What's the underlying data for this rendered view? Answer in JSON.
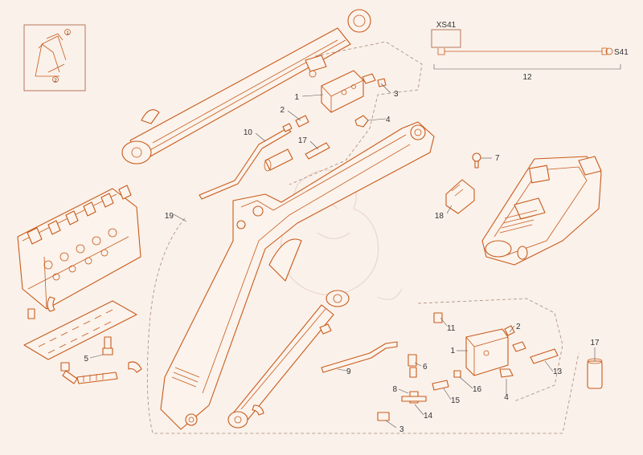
{
  "diagram": {
    "parts": [
      {
        "id": "p1a",
        "label": "1"
      },
      {
        "id": "p2a",
        "label": "2"
      },
      {
        "id": "p3a",
        "label": "3"
      },
      {
        "id": "p4a",
        "label": "4"
      },
      {
        "id": "p10",
        "label": "10"
      },
      {
        "id": "p17a",
        "label": "17"
      },
      {
        "id": "p7",
        "label": "7"
      },
      {
        "id": "p18",
        "label": "18"
      },
      {
        "id": "p19",
        "label": "19"
      },
      {
        "id": "p5",
        "label": "5"
      },
      {
        "id": "p11",
        "label": "11"
      },
      {
        "id": "p2b",
        "label": "2"
      },
      {
        "id": "p1b",
        "label": "1"
      },
      {
        "id": "p17b",
        "label": "17"
      },
      {
        "id": "p9",
        "label": "9"
      },
      {
        "id": "p6",
        "label": "6"
      },
      {
        "id": "p13",
        "label": "13"
      },
      {
        "id": "p8",
        "label": "8"
      },
      {
        "id": "p16",
        "label": "16"
      },
      {
        "id": "p4b",
        "label": "4"
      },
      {
        "id": "p15",
        "label": "15"
      },
      {
        "id": "p14",
        "label": "14"
      },
      {
        "id": "p3b",
        "label": "3"
      },
      {
        "id": "p12",
        "label": "12"
      }
    ],
    "connectors": {
      "xs41": "XS41",
      "s41": "S41"
    },
    "inset_markers": [
      "1",
      "2"
    ],
    "colors": {
      "line": "#c95a1a",
      "background": "#faf1ea",
      "leader": "#555555",
      "label": "#333333"
    }
  }
}
